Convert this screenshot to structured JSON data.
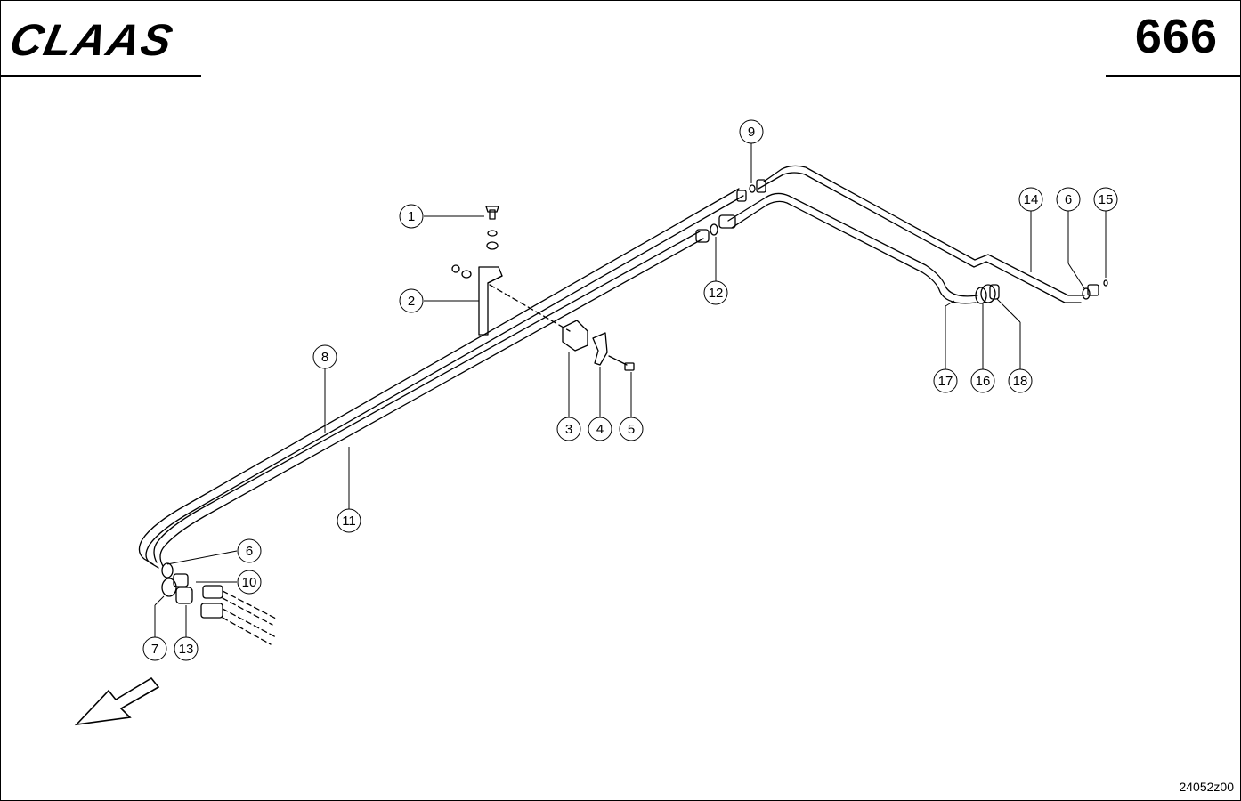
{
  "header": {
    "brand": "CLAAS",
    "page_number": "666"
  },
  "footer": {
    "drawing_id": "24052z00"
  },
  "callouts": [
    "1",
    "2",
    "3",
    "4",
    "5",
    "6",
    "6",
    "7",
    "8",
    "9",
    "10",
    "11",
    "12",
    "13",
    "14",
    "15",
    "16",
    "17",
    "18"
  ],
  "icons": {
    "direction_arrow": "direction-arrow-icon",
    "logo": "claas-logo-icon"
  }
}
